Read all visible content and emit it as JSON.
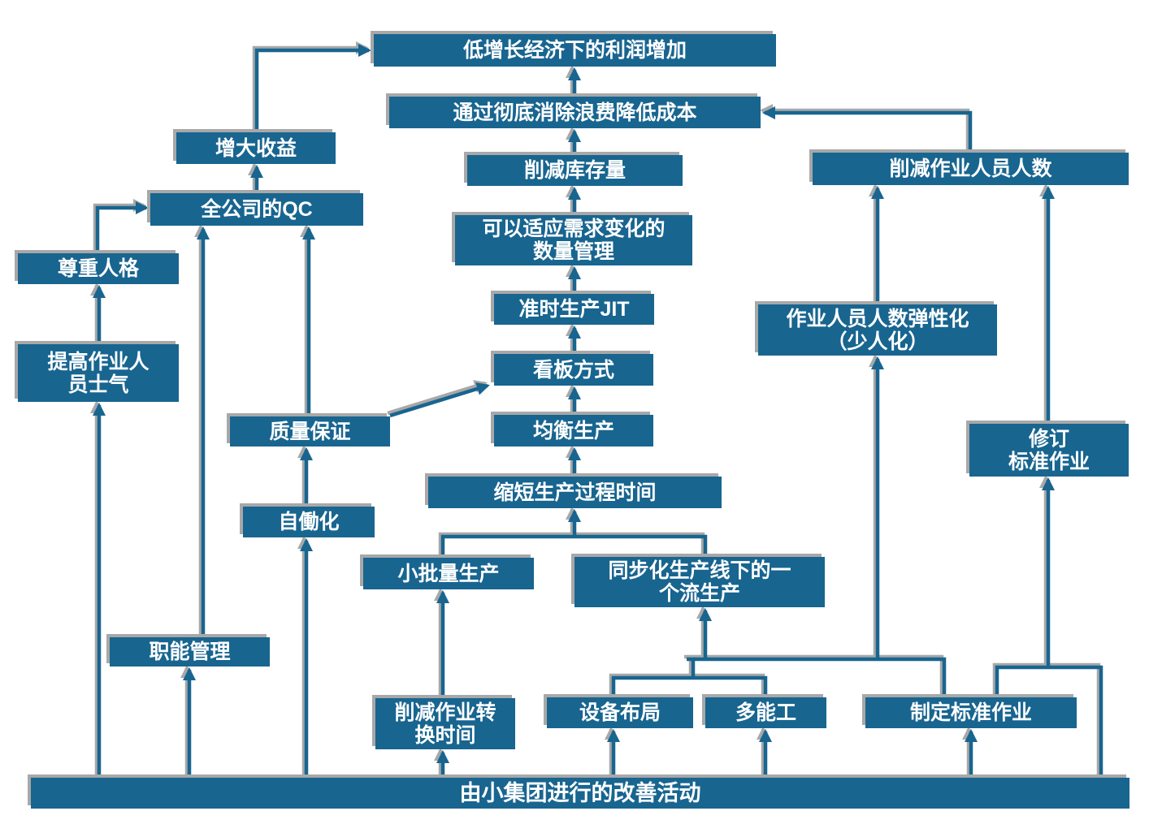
{
  "diagram": {
    "title_hint": "Toyota Production System goal structure flowchart (Chinese)",
    "background_color": "#ffffff",
    "node_fill_color": "#186590",
    "node_text_color": "#ffffff",
    "line_color": "#186590",
    "shadow_color": "#a8a8a8"
  },
  "nodes": {
    "0": {
      "id": "profit-top",
      "label": "低增长经济下的利润增加"
    },
    "1": {
      "id": "cost-down",
      "label": "通过彻底消除浪费降低成本"
    },
    "2": {
      "id": "inventory",
      "label": "削减库存量"
    },
    "3": {
      "id": "revenue",
      "label": "增大收益"
    },
    "4": {
      "id": "company-qc",
      "label": "全公司的QC"
    },
    "5": {
      "id": "respect",
      "label": "尊重人格"
    },
    "6": {
      "id": "morale",
      "label": "提高作业人\n员士气"
    },
    "7": {
      "id": "qty-mgmt",
      "label": "可以适应需求变化的\n数量管理"
    },
    "8": {
      "id": "jit",
      "label": "准时生产JIT"
    },
    "9": {
      "id": "kanban",
      "label": "看板方式"
    },
    "10": {
      "id": "heijunka",
      "label": "均衡生产"
    },
    "11": {
      "id": "quality-assure",
      "label": "质量保证"
    },
    "12": {
      "id": "lead-time",
      "label": "缩短生产过程时间"
    },
    "13": {
      "id": "jidoka",
      "label": "自働化"
    },
    "14": {
      "id": "small-lot",
      "label": "小批量生产"
    },
    "15": {
      "id": "one-piece-flow",
      "label": "同步化生产线下的一\n个流生产"
    },
    "16": {
      "id": "reduce-workers",
      "label": "削减作业人员人数"
    },
    "17": {
      "id": "shojinka",
      "label": "作业人员人数弹性化\n（少人化）"
    },
    "18": {
      "id": "revise-std",
      "label": "修订\n标准作业"
    },
    "19": {
      "id": "func-mgmt",
      "label": "职能管理"
    },
    "20": {
      "id": "setup-time",
      "label": "削减作业转\n换时间"
    },
    "21": {
      "id": "machine-layout",
      "label": "设备布局"
    },
    "22": {
      "id": "multi-worker",
      "label": "多能工"
    },
    "23": {
      "id": "create-std",
      "label": "制定标准作业"
    },
    "24": {
      "id": "kaizen-bar",
      "label": "由小集团进行的改善活动"
    }
  },
  "edges": [
    {
      "from": "kaizen-bar",
      "to": "morale"
    },
    {
      "from": "morale",
      "to": "respect"
    },
    {
      "from": "respect",
      "to": "company-qc"
    },
    {
      "from": "kaizen-bar",
      "to": "func-mgmt"
    },
    {
      "from": "func-mgmt",
      "to": "company-qc"
    },
    {
      "from": "kaizen-bar",
      "to": "jidoka"
    },
    {
      "from": "jidoka",
      "to": "quality-assure"
    },
    {
      "from": "quality-assure",
      "to": "company-qc"
    },
    {
      "from": "quality-assure",
      "to": "kanban"
    },
    {
      "from": "company-qc",
      "to": "revenue"
    },
    {
      "from": "revenue",
      "to": "profit-top"
    },
    {
      "from": "kaizen-bar",
      "to": "setup-time"
    },
    {
      "from": "setup-time",
      "to": "small-lot"
    },
    {
      "from": "small-lot",
      "to": "lead-time"
    },
    {
      "from": "one-piece-flow",
      "to": "lead-time"
    },
    {
      "from": "lead-time",
      "to": "heijunka"
    },
    {
      "from": "heijunka",
      "to": "kanban"
    },
    {
      "from": "kanban",
      "to": "jit"
    },
    {
      "from": "jit",
      "to": "qty-mgmt"
    },
    {
      "from": "qty-mgmt",
      "to": "inventory"
    },
    {
      "from": "inventory",
      "to": "cost-down"
    },
    {
      "from": "cost-down",
      "to": "profit-top"
    },
    {
      "from": "reduce-workers",
      "to": "cost-down"
    },
    {
      "from": "shojinka",
      "to": "reduce-workers"
    },
    {
      "from": "revise-std",
      "to": "reduce-workers"
    },
    {
      "from": "machine-layout",
      "to": "one-piece-flow"
    },
    {
      "from": "multi-worker",
      "to": "one-piece-flow"
    },
    {
      "from": "machine-layout",
      "to": "shojinka"
    },
    {
      "from": "multi-worker",
      "to": "shojinka"
    },
    {
      "from": "create-std",
      "to": "shojinka"
    },
    {
      "from": "create-std",
      "to": "revise-std"
    },
    {
      "from": "kaizen-bar",
      "to": "machine-layout"
    },
    {
      "from": "kaizen-bar",
      "to": "multi-worker"
    },
    {
      "from": "kaizen-bar",
      "to": "create-std"
    },
    {
      "from": "kaizen-bar",
      "to": "revise-std"
    }
  ]
}
